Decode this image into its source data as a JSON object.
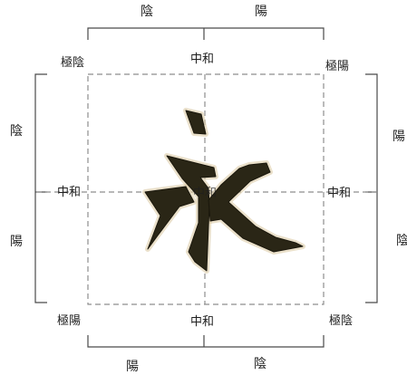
{
  "top_bracket": {
    "left_label": "陰",
    "right_label": "陽"
  },
  "bottom_bracket": {
    "left_label": "陽",
    "right_label": "陰"
  },
  "left_bracket": {
    "top_label": "陰",
    "bottom_label": "陽"
  },
  "right_bracket": {
    "top_label": "陽",
    "bottom_label": "陰"
  },
  "corners": {
    "top_left": "極陰",
    "top_right": "極陽",
    "bottom_left": "極陽",
    "bottom_right": "極陰"
  },
  "neutral": {
    "top": "中和",
    "bottom": "中和",
    "left": "中和",
    "right": "中和",
    "center": "中和"
  },
  "glyph": {
    "character": "永"
  }
}
